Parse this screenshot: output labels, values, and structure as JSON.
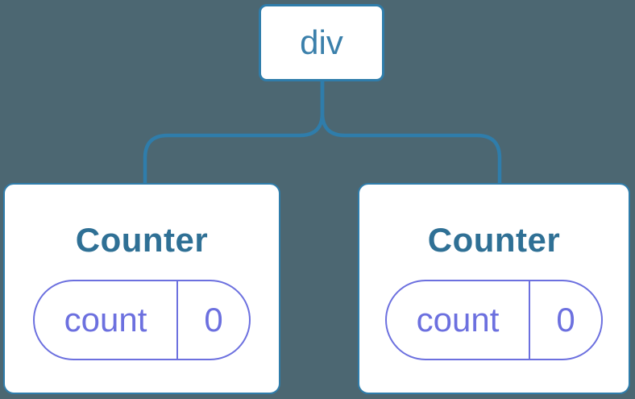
{
  "tree": {
    "root": {
      "label": "div"
    },
    "children": [
      {
        "label": "Counter",
        "state_key": "count",
        "state_value": "0"
      },
      {
        "label": "Counter",
        "state_key": "count",
        "state_value": "0"
      }
    ]
  },
  "colors": {
    "background": "#4C6772",
    "connector_blue": "#2F7DAB",
    "root_label_blue": "#3B80AB",
    "component_label_blue": "#2F7095",
    "state_indigo": "#6C70DF",
    "node_fill": "#FFFFFF"
  }
}
